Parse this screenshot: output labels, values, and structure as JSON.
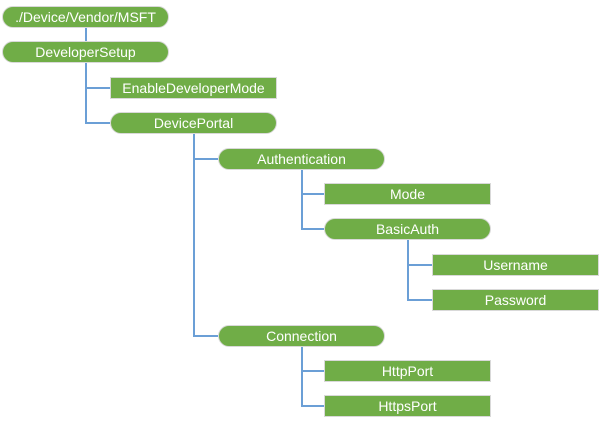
{
  "diagram": {
    "type": "tree",
    "colors": {
      "node_fill": "#70AD47",
      "node_text": "#FFFFFF",
      "node_border": "#D9D9D9",
      "connector": "#6B9FD6"
    },
    "nodes": [
      {
        "id": "root",
        "label": "./Device/Vendor/MSFT",
        "shape": "pill",
        "level": 0,
        "parent": null
      },
      {
        "id": "developersetup",
        "label": "DeveloperSetup",
        "shape": "pill",
        "level": 0,
        "parent": "root"
      },
      {
        "id": "enabledevelopermode",
        "label": "EnableDeveloperMode",
        "shape": "rect",
        "level": 1,
        "parent": "developersetup"
      },
      {
        "id": "deviceportal",
        "label": "DevicePortal",
        "shape": "pill",
        "level": 1,
        "parent": "developersetup"
      },
      {
        "id": "authentication",
        "label": "Authentication",
        "shape": "pill",
        "level": 2,
        "parent": "deviceportal"
      },
      {
        "id": "mode",
        "label": "Mode",
        "shape": "rect",
        "level": 3,
        "parent": "authentication"
      },
      {
        "id": "basicauth",
        "label": "BasicAuth",
        "shape": "pill",
        "level": 3,
        "parent": "authentication"
      },
      {
        "id": "username",
        "label": "Username",
        "shape": "rect",
        "level": 4,
        "parent": "basicauth"
      },
      {
        "id": "password",
        "label": "Password",
        "shape": "rect",
        "level": 4,
        "parent": "basicauth"
      },
      {
        "id": "connection",
        "label": "Connection",
        "shape": "pill",
        "level": 2,
        "parent": "deviceportal"
      },
      {
        "id": "httpport",
        "label": "HttpPort",
        "shape": "rect",
        "level": 3,
        "parent": "connection"
      },
      {
        "id": "httpsport",
        "label": "HttpsPort",
        "shape": "rect",
        "level": 3,
        "parent": "connection"
      }
    ]
  }
}
